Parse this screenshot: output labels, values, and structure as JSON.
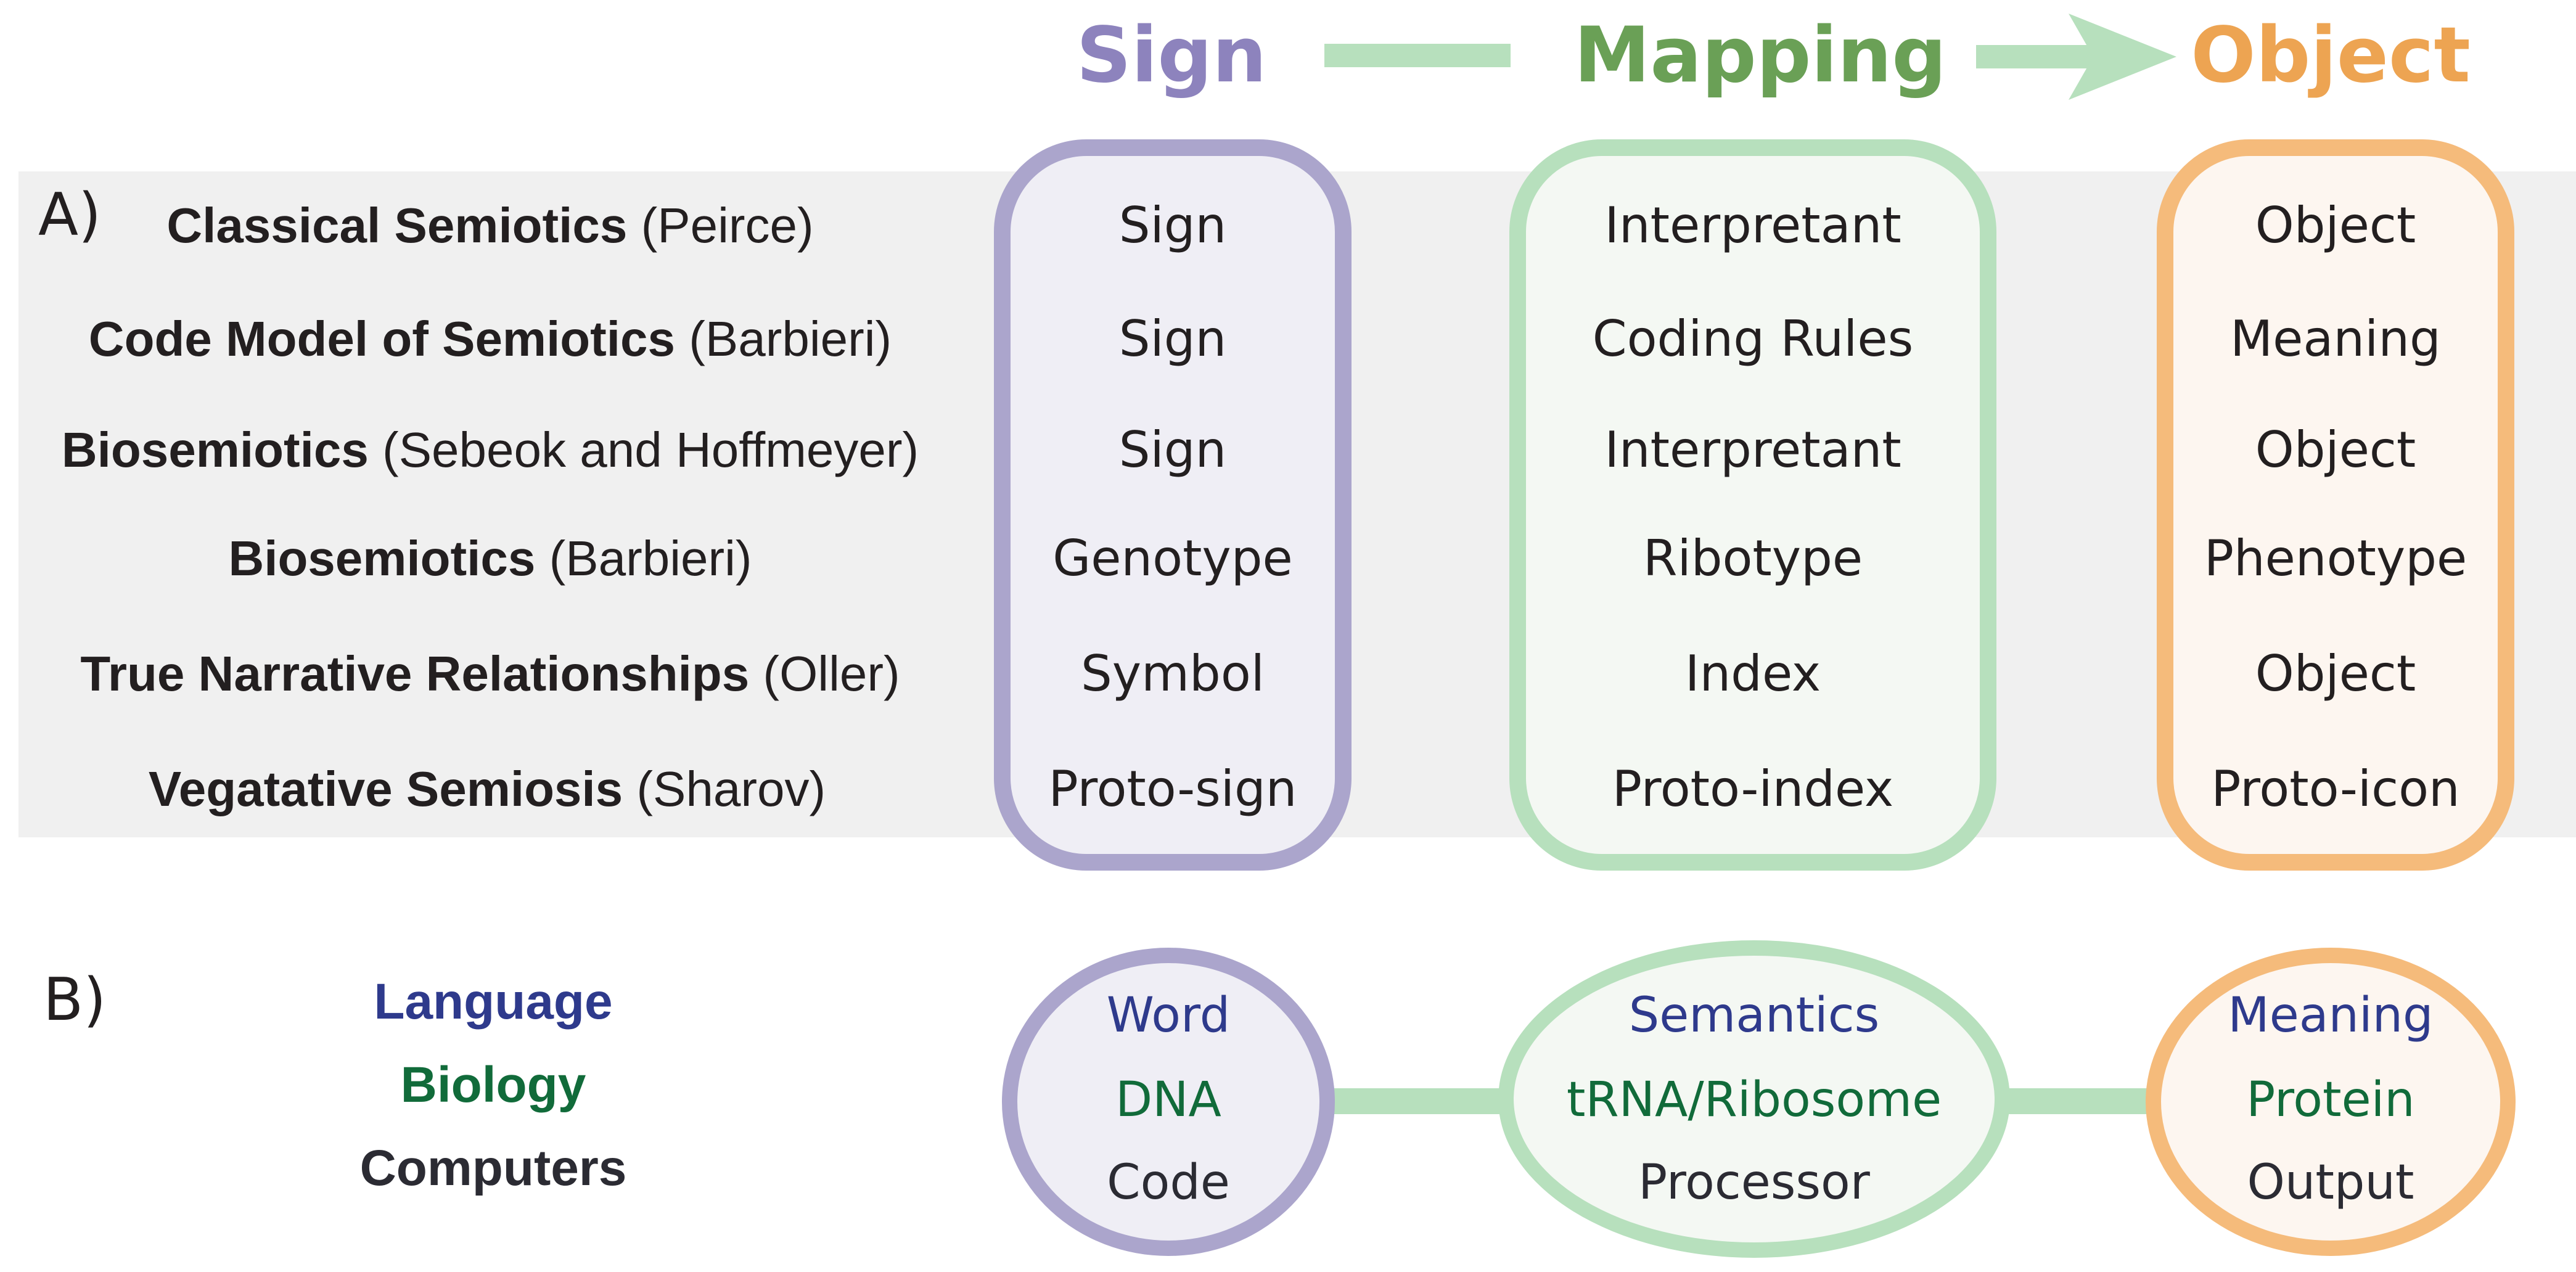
{
  "header": {
    "sign": "Sign",
    "mapping": "Mapping",
    "object": "Object"
  },
  "section_a": {
    "label": "A)",
    "rows": [
      {
        "theory": "Classical Semiotics",
        "author": "(Peirce)",
        "sign": "Sign",
        "mapping": "Interpretant",
        "object": "Object"
      },
      {
        "theory": "Code Model of Semiotics",
        "author": "(Barbieri)",
        "sign": "Sign",
        "mapping": "Coding Rules",
        "object": "Meaning"
      },
      {
        "theory": "Biosemiotics",
        "author": "(Sebeok and Hoffmeyer)",
        "sign": "Sign",
        "mapping": "Interpretant",
        "object": "Object"
      },
      {
        "theory": "Biosemiotics",
        "author": "(Barbieri)",
        "sign": "Genotype",
        "mapping": "Ribotype",
        "object": "Phenotype"
      },
      {
        "theory": "True Narrative Relationships",
        "author": "(Oller)",
        "sign": "Symbol",
        "mapping": "Index",
        "object": "Object"
      },
      {
        "theory": "Vegatative Semiosis",
        "author": "(Sharov)",
        "sign": "Proto-sign",
        "mapping": "Proto-index",
        "object": "Proto-icon"
      }
    ]
  },
  "section_b": {
    "label": "B)",
    "domains": [
      {
        "name": "Language",
        "color": "#2e3a8c",
        "sign": "Word",
        "mapping": "Semantics",
        "object": "Meaning"
      },
      {
        "name": "Biology",
        "color": "#116b3a",
        "sign": "DNA",
        "mapping": "tRNA/Ribosome",
        "object": "Protein"
      },
      {
        "name": "Computers",
        "color": "#2b2b33",
        "sign": "Code",
        "mapping": "Processor",
        "object": "Output"
      }
    ]
  },
  "colors": {
    "sign": "#8d83bd",
    "mapping": "#6aa056",
    "object": "#eda452",
    "sign_border": "#aba5cc",
    "mapping_border": "#b7e0bd",
    "object_border": "#f5bb7b",
    "panel_bg": "#f0f0f0"
  }
}
